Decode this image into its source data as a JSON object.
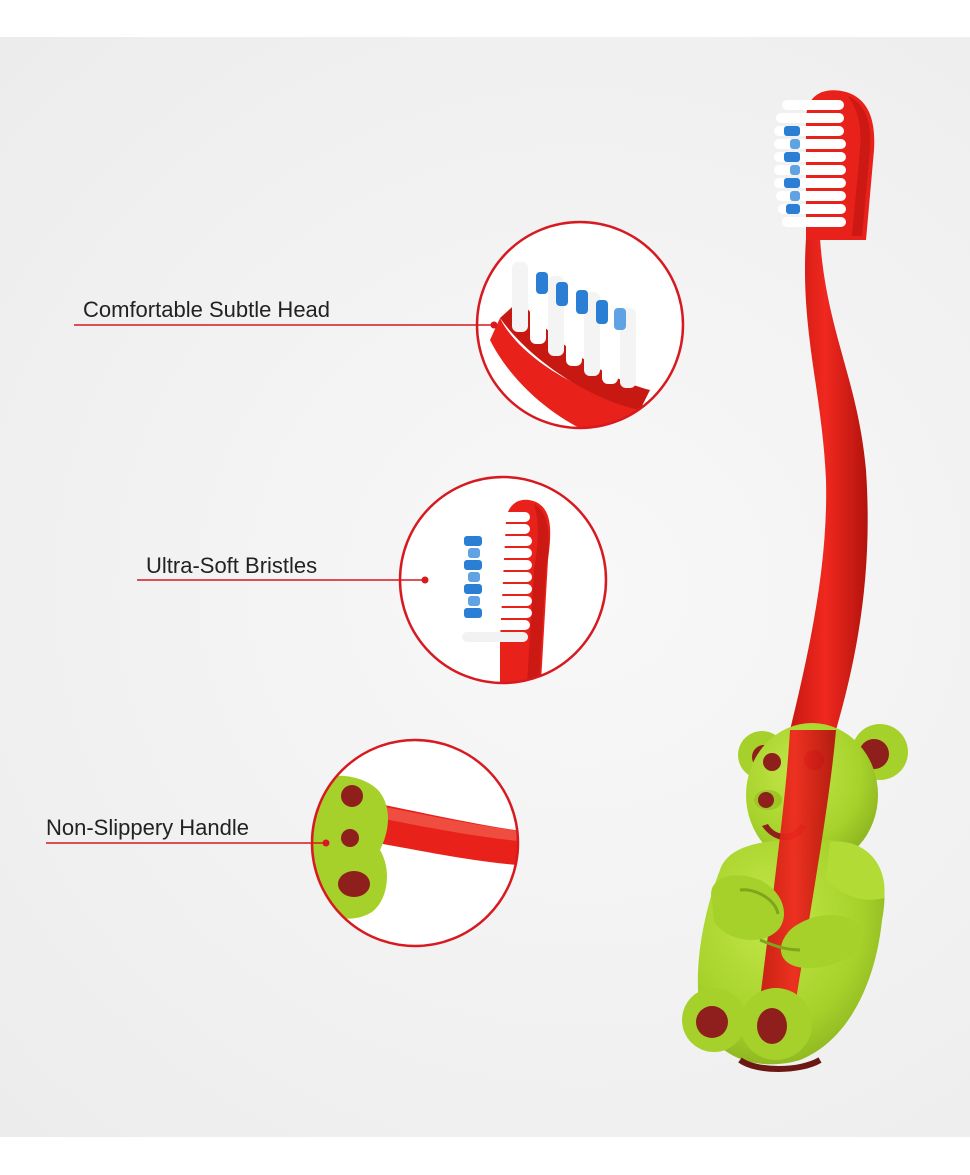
{
  "callouts": [
    {
      "label": "Comfortable Subtle Head",
      "icon": "toothbrush-head-closeup"
    },
    {
      "label": "Ultra-Soft Bristles",
      "icon": "bristles-closeup"
    },
    {
      "label": "Non-Slippery Handle",
      "icon": "handle-closeup"
    }
  ],
  "product": {
    "name_icon": "kids-toothbrush-with-bear-holder",
    "colors": {
      "handle": "#e8211a",
      "handle_dark": "#b9140f",
      "bear": "#a6d12a",
      "bear_dark": "#7ea51c",
      "bear_spots": "#8e1f1c",
      "bristle_white": "#ffffff",
      "bristle_blue": "#2a7fd4",
      "callout_line": "#d71920",
      "background": "#f1f1f1"
    }
  }
}
